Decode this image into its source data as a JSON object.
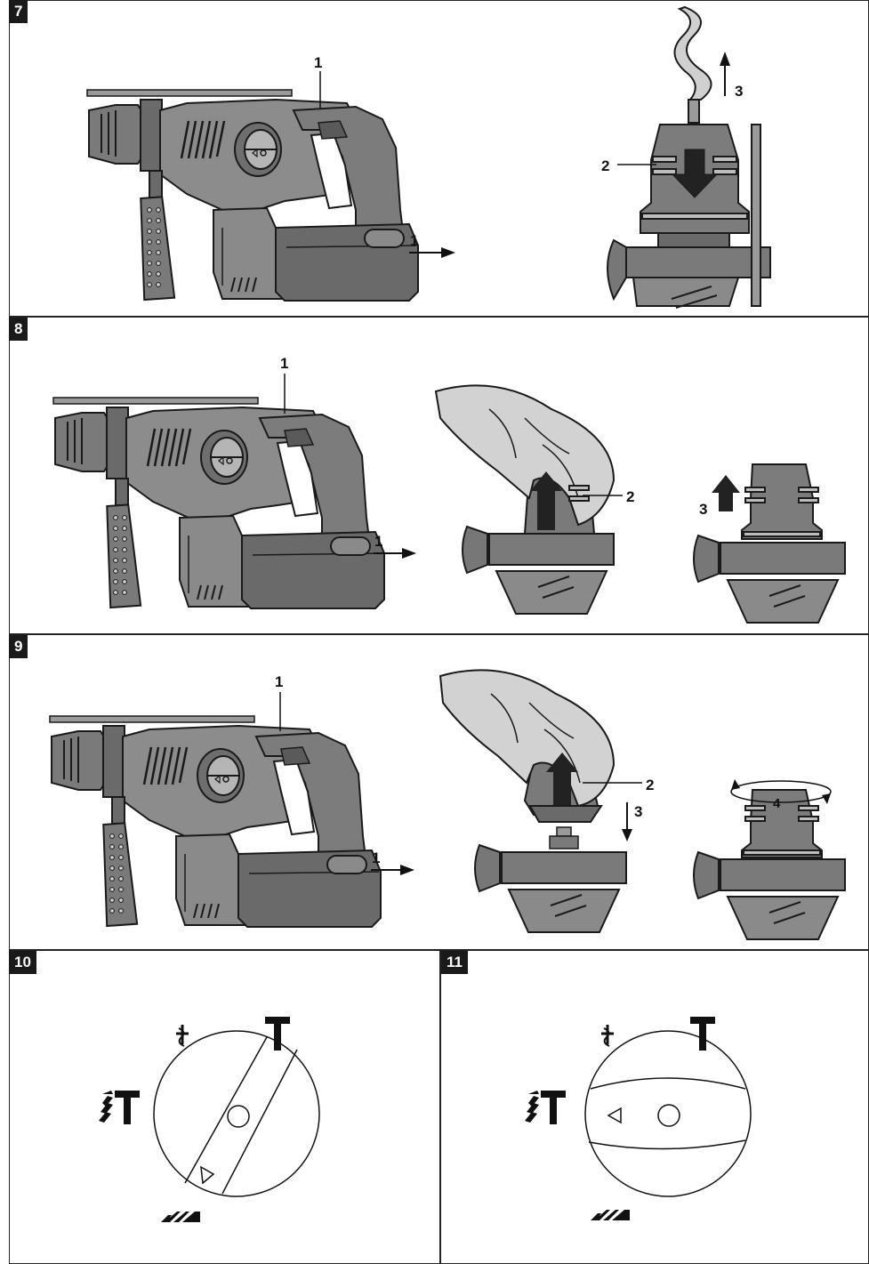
{
  "figures": [
    {
      "number": "7",
      "callouts": [
        "1",
        "1",
        "2",
        "3"
      ]
    },
    {
      "number": "8",
      "callouts": [
        "1",
        "1",
        "2",
        "3"
      ]
    },
    {
      "number": "9",
      "callouts": [
        "1",
        "1",
        "2",
        "3",
        "4"
      ]
    },
    {
      "number": "10"
    },
    {
      "number": "11"
    }
  ],
  "icons": [
    "drill-mode-icon",
    "hammer-mode-icon",
    "hammer-drill-mode-icon",
    "chisel-adjust-icon"
  ],
  "colors": {
    "tool_body": "#8a8a8a",
    "tool_dark": "#5c5c5c",
    "glove": "#cfcfcf",
    "outline": "#1a1a1a"
  }
}
